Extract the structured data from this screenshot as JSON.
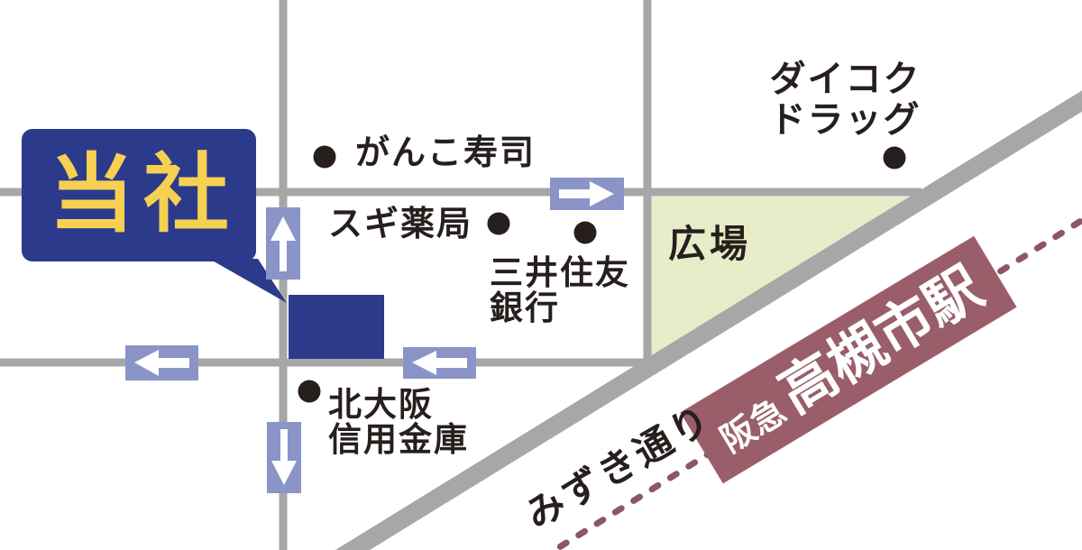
{
  "map": {
    "callout": {
      "label": "当社"
    },
    "company_building": {
      "description_color": "#2c3a8c"
    },
    "landmarks": {
      "ganko_sushi": "がんこ寿司",
      "sugi_pharmacy": "スギ薬局",
      "smbc_bank": "三井住友\n銀行",
      "daikoku_drug": "ダイコク\nドラッグ",
      "kita_osaka_shinkin": "北大阪\n信用金庫"
    },
    "areas": {
      "plaza": "広場"
    },
    "streets": {
      "mizuki": "みずき通り"
    },
    "station": {
      "operator": "阪急",
      "name": "高槻市駅"
    },
    "route_arrows": [
      "up",
      "right",
      "left",
      "left",
      "down"
    ],
    "colors": {
      "road_gray": "#a7a7a7",
      "plaza_green": "#e7edc8",
      "primary_blue": "#2c3a8c",
      "callout_text_yellow": "#f7d052",
      "arrow_box_blue": "#8a94c7",
      "station_maroon": "#9a5e6b",
      "railway_dash_maroon": "#8d5565",
      "label_black": "#261f1d"
    }
  }
}
